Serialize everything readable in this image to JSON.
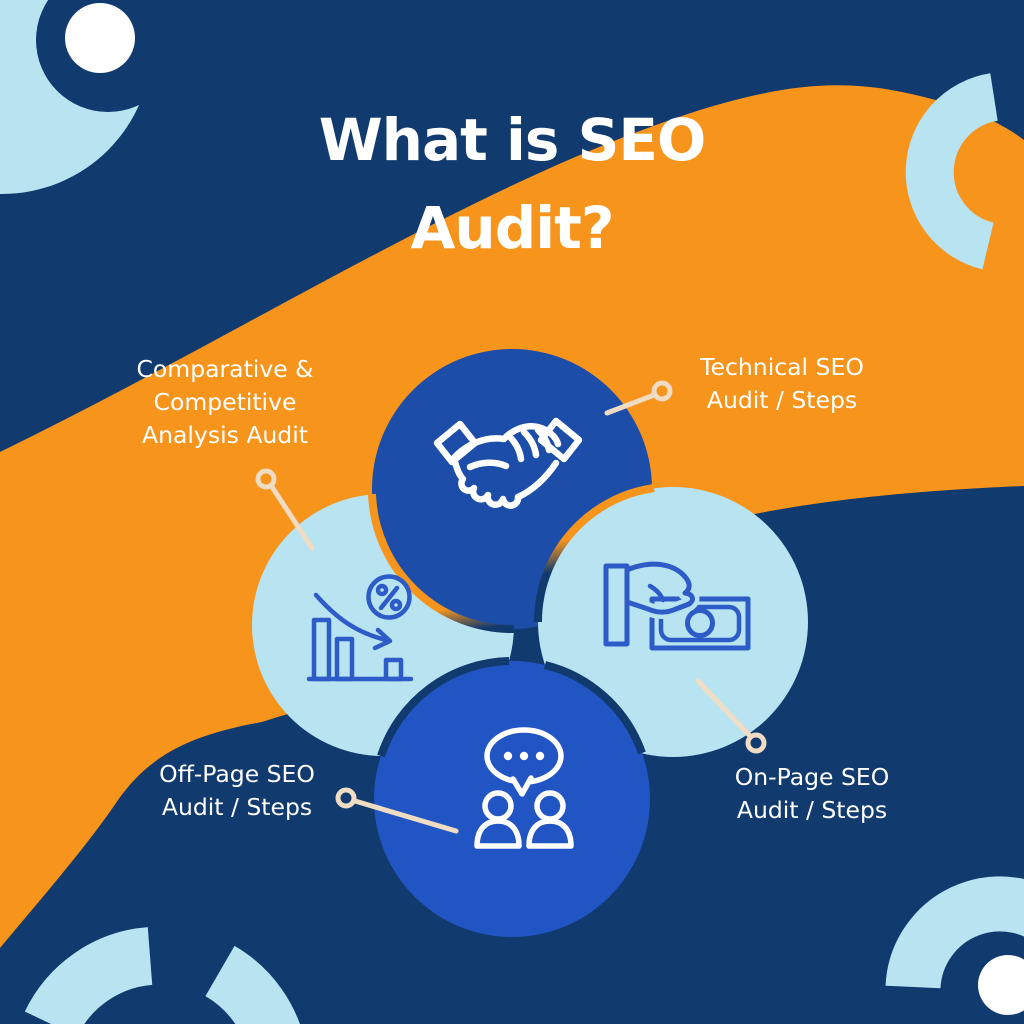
{
  "title": {
    "line1": "What is SEO",
    "line2": "Audit?"
  },
  "colors": {
    "background_navy": "#113A6E",
    "swoosh_orange": "#F7941C",
    "light_blue": "#B8E3F1",
    "dark_royal_blue": "#1C4DA8",
    "bright_royal_blue": "#2155C3",
    "icon_blue": "#2D5BC8",
    "connector_cream": "#F0DCC2",
    "text_white": "#FFFFFF"
  },
  "diagram": {
    "type": "four-circle-pinwheel",
    "segments": [
      {
        "id": "technical-seo",
        "circle": "top-dark-blue",
        "icon": "handshake-icon",
        "label": [
          "Technical SEO",
          "Audit / Steps"
        ]
      },
      {
        "id": "comparative-competitive-analysis",
        "circle": "left-light-blue",
        "icon": "declining-bar-chart-icon",
        "label": [
          "Comparative &",
          "Competitive",
          "Analysis Audit"
        ]
      },
      {
        "id": "on-page-seo",
        "circle": "right-light-blue",
        "icon": "hand-giving-money-icon",
        "label": [
          "On-Page SEO",
          "Audit / Steps"
        ]
      },
      {
        "id": "off-page-seo",
        "circle": "bottom-bright-blue",
        "icon": "people-conversation-icon",
        "label": [
          "Off-Page SEO",
          "Audit / Steps"
        ]
      }
    ],
    "decorations": [
      "quarter-ring-top-left",
      "c-ring-top-right",
      "broken-ring-bottom-left",
      "half-ring-bottom-right"
    ]
  }
}
